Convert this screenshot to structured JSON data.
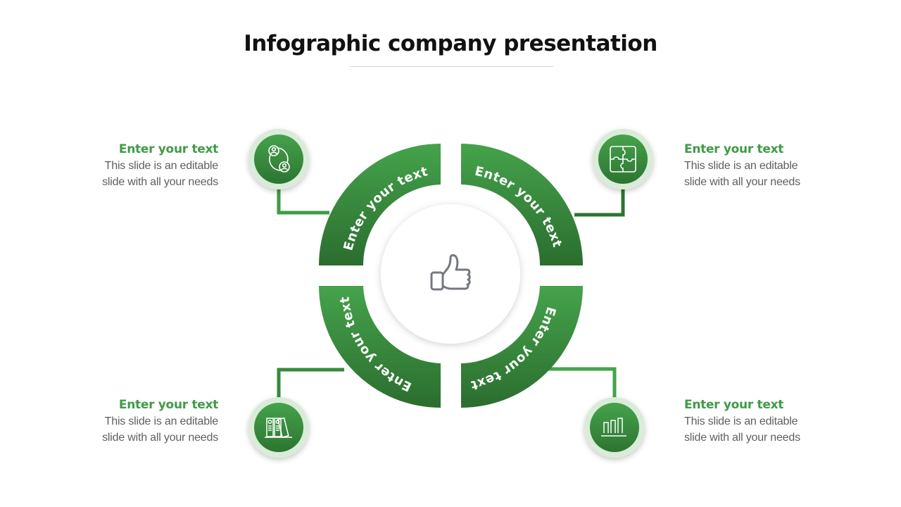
{
  "slide": {
    "title": "Infographic company presentation"
  },
  "theme": {
    "accent_light": "#45a34b",
    "accent_dark": "#2b6d2f",
    "heading_color": "#3f9b45",
    "body_color": "#5f5f5f",
    "icon_gray": "#737880"
  },
  "center": {
    "icon": "thumbs-up-icon"
  },
  "segments": [
    {
      "label": "Enter your text"
    },
    {
      "label": "Enter your text"
    },
    {
      "label": "Enter your text"
    },
    {
      "label": "Enter your text"
    }
  ],
  "callouts": [
    {
      "heading": "Enter your text",
      "line1": "This slide is an editable",
      "line2": "slide with all your needs",
      "icon": "user-exchange-icon"
    },
    {
      "heading": "Enter your text",
      "line1": "This slide is an editable",
      "line2": "slide with all your needs",
      "icon": "puzzle-icon"
    },
    {
      "heading": "Enter your text",
      "line1": "This slide is an editable",
      "line2": "slide with all your needs",
      "icon": "binders-icon"
    },
    {
      "heading": "Enter your text",
      "line1": "This slide is an editable",
      "line2": "slide with all your needs",
      "icon": "bar-chart-icon"
    }
  ]
}
